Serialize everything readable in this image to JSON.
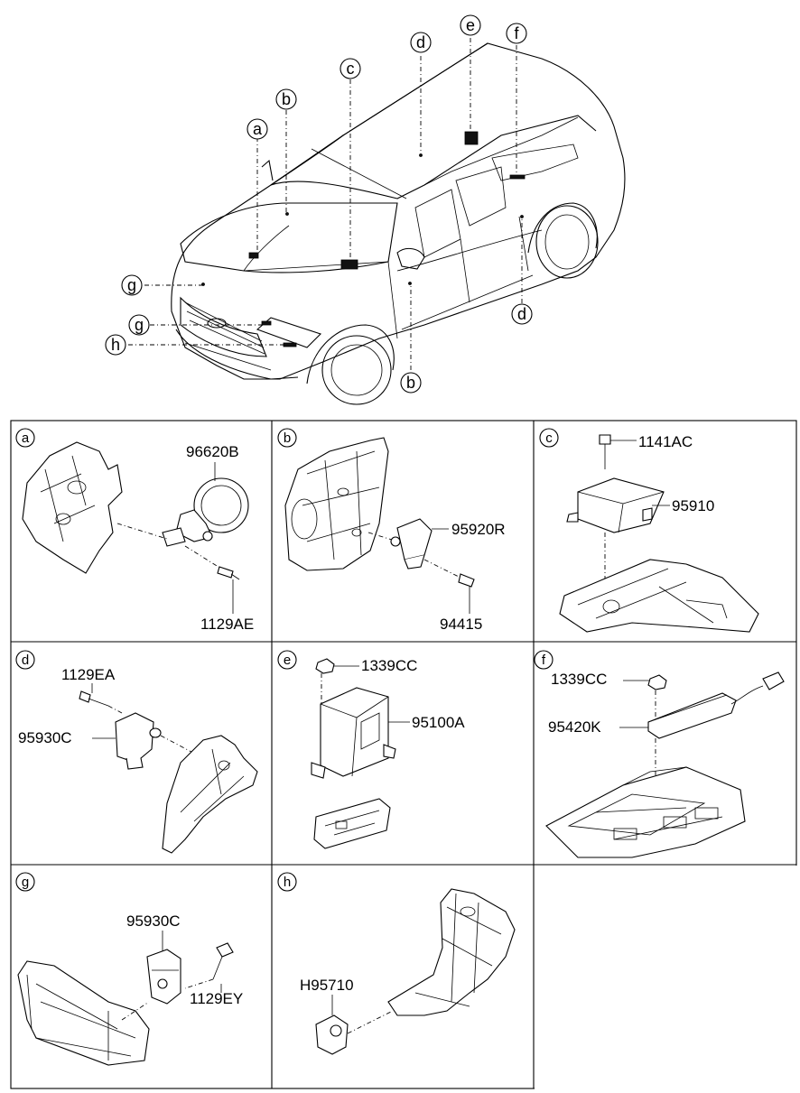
{
  "overview": {
    "callouts": [
      "a",
      "b",
      "c",
      "d",
      "e",
      "f",
      "g",
      "g",
      "h",
      "b",
      "d"
    ]
  },
  "cells": [
    {
      "id": "a",
      "parts": [
        "96620B",
        "1129AE"
      ]
    },
    {
      "id": "b",
      "parts": [
        "95920R",
        "94415"
      ]
    },
    {
      "id": "c",
      "parts": [
        "1141AC",
        "95910"
      ]
    },
    {
      "id": "d",
      "parts": [
        "1129EA",
        "95930C"
      ]
    },
    {
      "id": "e",
      "parts": [
        "1339CC",
        "95100A"
      ]
    },
    {
      "id": "f",
      "parts": [
        "1339CC",
        "95420K"
      ]
    },
    {
      "id": "g",
      "parts": [
        "95930C",
        "1129EY"
      ]
    },
    {
      "id": "h",
      "parts": [
        "H95710"
      ]
    }
  ]
}
